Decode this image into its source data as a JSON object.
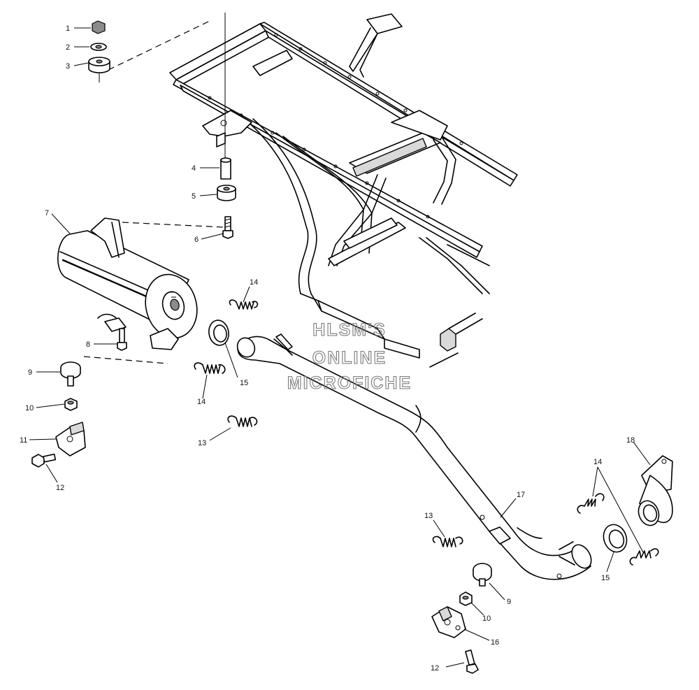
{
  "watermark": {
    "line1": "HLSM'S",
    "line2": "ONLINE",
    "line3": "MICROFICHE"
  },
  "callouts": [
    {
      "id": "c1",
      "label": "1"
    },
    {
      "id": "c2",
      "label": "2"
    },
    {
      "id": "c3",
      "label": "3"
    },
    {
      "id": "c4",
      "label": "4"
    },
    {
      "id": "c5",
      "label": "5"
    },
    {
      "id": "c6",
      "label": "6"
    },
    {
      "id": "c7",
      "label": "7"
    },
    {
      "id": "c8",
      "label": "8"
    },
    {
      "id": "c9a",
      "label": "9"
    },
    {
      "id": "c10a",
      "label": "10"
    },
    {
      "id": "c11",
      "label": "11"
    },
    {
      "id": "c12a",
      "label": "12"
    },
    {
      "id": "c13a",
      "label": "13"
    },
    {
      "id": "c14a",
      "label": "14"
    },
    {
      "id": "c14b",
      "label": "14"
    },
    {
      "id": "c15a",
      "label": "15"
    },
    {
      "id": "c17",
      "label": "17"
    },
    {
      "id": "c18",
      "label": "18"
    },
    {
      "id": "c14c",
      "label": "14"
    },
    {
      "id": "c13b",
      "label": "13"
    },
    {
      "id": "c15b",
      "label": "15"
    },
    {
      "id": "c9b",
      "label": "9"
    },
    {
      "id": "c10b",
      "label": "10"
    },
    {
      "id": "c16",
      "label": "16"
    },
    {
      "id": "c12b",
      "label": "12"
    }
  ]
}
